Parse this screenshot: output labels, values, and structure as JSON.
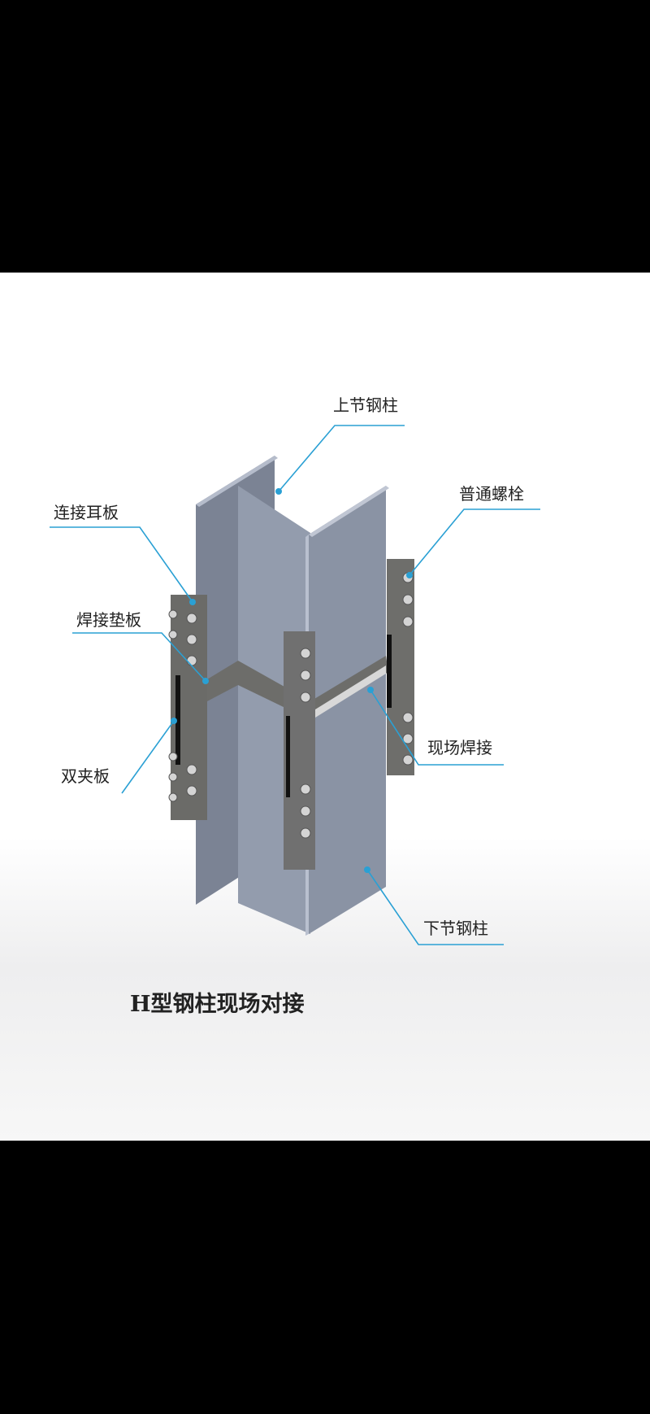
{
  "title": "H型钢柱现场对接",
  "labels": {
    "upper_column": "上节钢柱",
    "bolt": "普通螺栓",
    "ear_plate": "连接耳板",
    "backing_plate": "焊接垫板",
    "double_splice": "双夹板",
    "field_weld": "现场焊接",
    "lower_column": "下节钢柱"
  },
  "colors": {
    "leader": "#2aa0d4",
    "steel": "#8a93a4",
    "plate": "#6e6e6a"
  }
}
